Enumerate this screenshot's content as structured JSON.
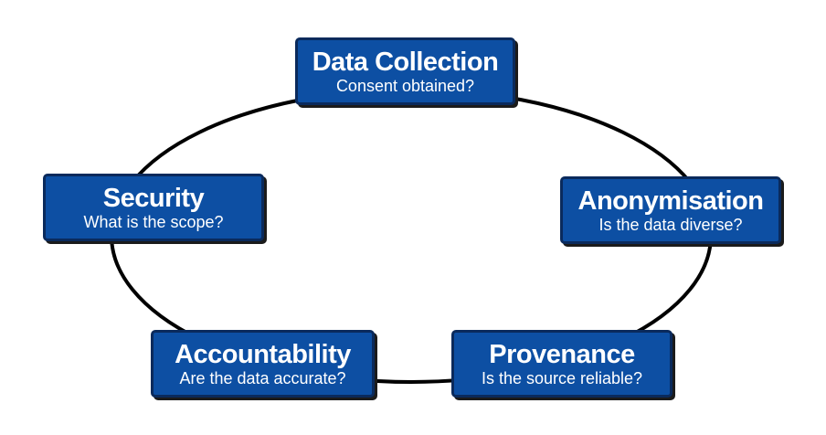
{
  "diagram": {
    "type": "cycle",
    "colors": {
      "node_fill": "#0d4fa3",
      "node_border": "#0a2a5c",
      "node_text": "#ffffff",
      "ring": "#000000"
    },
    "nodes": [
      {
        "title": "Data Collection",
        "subtitle": "Consent obtained?"
      },
      {
        "title": "Anonymisation",
        "subtitle": "Is the data diverse?"
      },
      {
        "title": "Provenance",
        "subtitle": "Is the source reliable?"
      },
      {
        "title": "Accountability",
        "subtitle": "Are the data accurate?"
      },
      {
        "title": "Security",
        "subtitle": "What is the scope?"
      }
    ]
  }
}
